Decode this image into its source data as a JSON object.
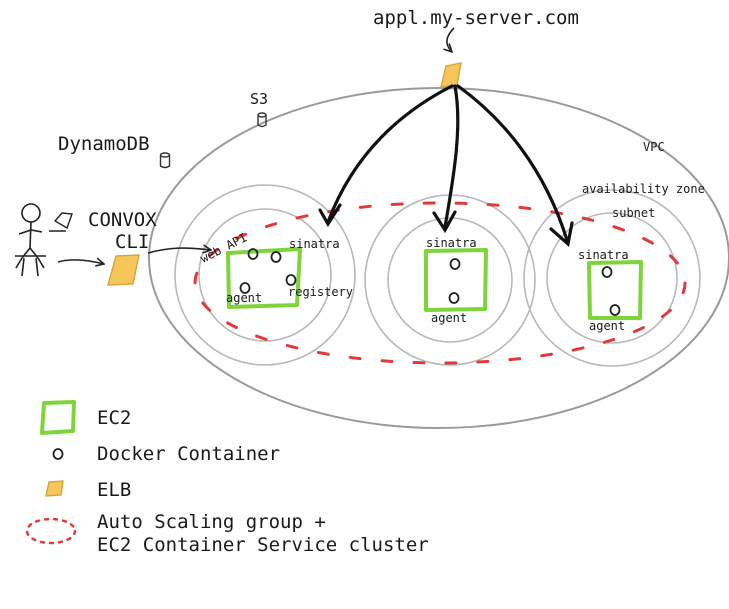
{
  "colors": {
    "ec2": "#7fd43a",
    "elb": "#f5c75a",
    "asg": "#e03a3a",
    "outline": "#b8b8b8"
  },
  "labels": {
    "domain": "appl.my-server.com",
    "s3": "S3",
    "dynamodb": "DynamoDB",
    "vpc": "VPC",
    "availability_zone": "availability zone",
    "subnet": "subnet",
    "convox": "CONVOX",
    "cli": "CLI",
    "web_api": "web API",
    "sinatra": "sinatra",
    "agent": "agent",
    "registery": "registery"
  },
  "legend": {
    "ec2": "EC2",
    "docker": "Docker Container",
    "elb": "ELB",
    "asg_line1": "Auto Scaling group +",
    "asg_line2": "EC2 Container Service cluster"
  },
  "icons": [
    "user-icon",
    "laptop-icon",
    "database-icon",
    "elb-icon",
    "ec2-icon",
    "container-icon"
  ]
}
